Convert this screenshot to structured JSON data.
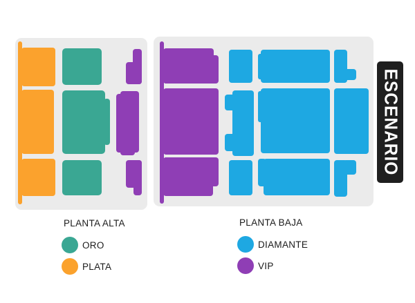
{
  "stage": {
    "label": "ESCENARIO"
  },
  "colors": {
    "oro": "#3AA793",
    "plata": "#FBA22D",
    "diamante": "#1EA8E2",
    "vip": "#8F3EB5",
    "panel": "#EBEBEB",
    "stage": "#1F1F1F",
    "text": "#1B1B1B"
  },
  "legend": {
    "alta": {
      "title": "PLANTA ALTA",
      "items": [
        {
          "label": "ORO",
          "color_key": "oro"
        },
        {
          "label": "PLATA",
          "color_key": "plata"
        }
      ]
    },
    "baja": {
      "title": "PLANTA BAJA",
      "items": [
        {
          "label": "DIAMANTE",
          "color_key": "diamante"
        },
        {
          "label": "VIP",
          "color_key": "vip"
        }
      ]
    }
  },
  "seat_map": {
    "sections": [
      {
        "id": "plata",
        "color_key": "plata",
        "blocks": [
          [
            26,
            60,
            6,
            236,
            3
          ],
          [
            31,
            69,
            49,
            56,
            4
          ],
          [
            31,
            130,
            47,
            93,
            4
          ],
          [
            31,
            230,
            49,
            54,
            4
          ]
        ]
      },
      {
        "id": "oro",
        "color_key": "oro",
        "blocks": [
          [
            90,
            70,
            57,
            53,
            5
          ],
          [
            90,
            131,
            62,
            92,
            5
          ],
          [
            150,
            143,
            9,
            67,
            4
          ],
          [
            90,
            232,
            57,
            51,
            5
          ]
        ]
      },
      {
        "id": "vip-alta",
        "color_key": "vip",
        "blocks": [
          [
            192,
            71,
            13,
            51,
            4
          ],
          [
            182,
            90,
            23,
            32,
            4
          ],
          [
            168,
            136,
            33,
            85,
            4
          ],
          [
            174,
            132,
            27,
            20,
            4
          ],
          [
            174,
            200,
            21,
            25,
            4
          ],
          [
            182,
            232,
            23,
            40,
            4
          ],
          [
            193,
            232,
            12,
            51,
            4
          ]
        ]
      },
      {
        "id": "vip-baja",
        "color_key": "vip",
        "blocks": [
          [
            231,
            60,
            6,
            235,
            3
          ],
          [
            236,
            70,
            73,
            51,
            4
          ],
          [
            236,
            80,
            80,
            41,
            4
          ],
          [
            236,
            128,
            80,
            96,
            4
          ],
          [
            236,
            228,
            72,
            56,
            4
          ],
          [
            236,
            228,
            80,
            42,
            4
          ]
        ]
      },
      {
        "id": "diamante",
        "color_key": "diamante",
        "blocks": [
          [
            331,
            72,
            34,
            48,
            4
          ],
          [
            336,
            131,
            31,
            95,
            4
          ],
          [
            325,
            137,
            20,
            23,
            4
          ],
          [
            325,
            194,
            20,
            25,
            4
          ],
          [
            331,
            232,
            34,
            51,
            4
          ],
          [
            377,
            72,
            100,
            48,
            4
          ],
          [
            373,
            78,
            8,
            37,
            3
          ],
          [
            377,
            128,
            100,
            94,
            4
          ],
          [
            373,
            132,
            8,
            45,
            3
          ],
          [
            381,
            230,
            96,
            53,
            4
          ],
          [
            373,
            230,
            12,
            40,
            4
          ],
          [
            483,
            72,
            19,
            48,
            4
          ],
          [
            496,
            100,
            19,
            16,
            4
          ],
          [
            483,
            128,
            50,
            95,
            4
          ],
          [
            483,
            232,
            19,
            53,
            4
          ],
          [
            496,
            232,
            19,
            21,
            4
          ]
        ]
      }
    ]
  }
}
